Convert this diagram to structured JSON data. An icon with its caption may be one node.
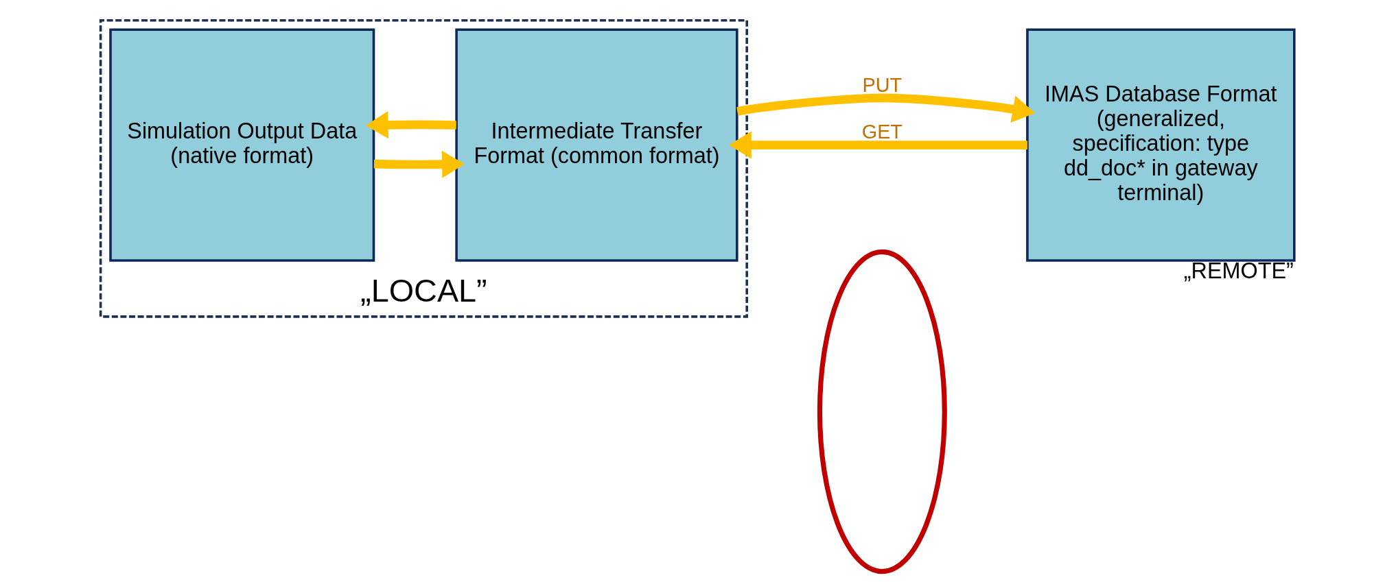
{
  "diagram": {
    "nodes": [
      {
        "text": [
          "„LOCAL”"
        ]
      },
      {
        "text": [
          "Simulation Output Data (native format)"
        ],
        "in": 0
      },
      {
        "text": [
          "Intermediate Transfer Format (common format)"
        ],
        "in": 0
      },
      {
        "text": [
          "IMAS Database Format (generalized, specification: type dd_doc* in gateway terminal)"
        ],
        "beside": [
          "„REMOTE”"
        ]
      },
      {
        "text": [],
        "shape": "ellipse"
      }
    ],
    "edges": [
      {
        "from": 1,
        "to": 2,
        "arrow": "to"
      },
      {
        "from": 2,
        "to": 1,
        "arrow": "to"
      },
      {
        "from": 2,
        "to": 3,
        "label": "PUT",
        "arrow": "to"
      },
      {
        "from": 3,
        "to": 2,
        "label": "GET",
        "arrow": "to"
      }
    ]
  }
}
